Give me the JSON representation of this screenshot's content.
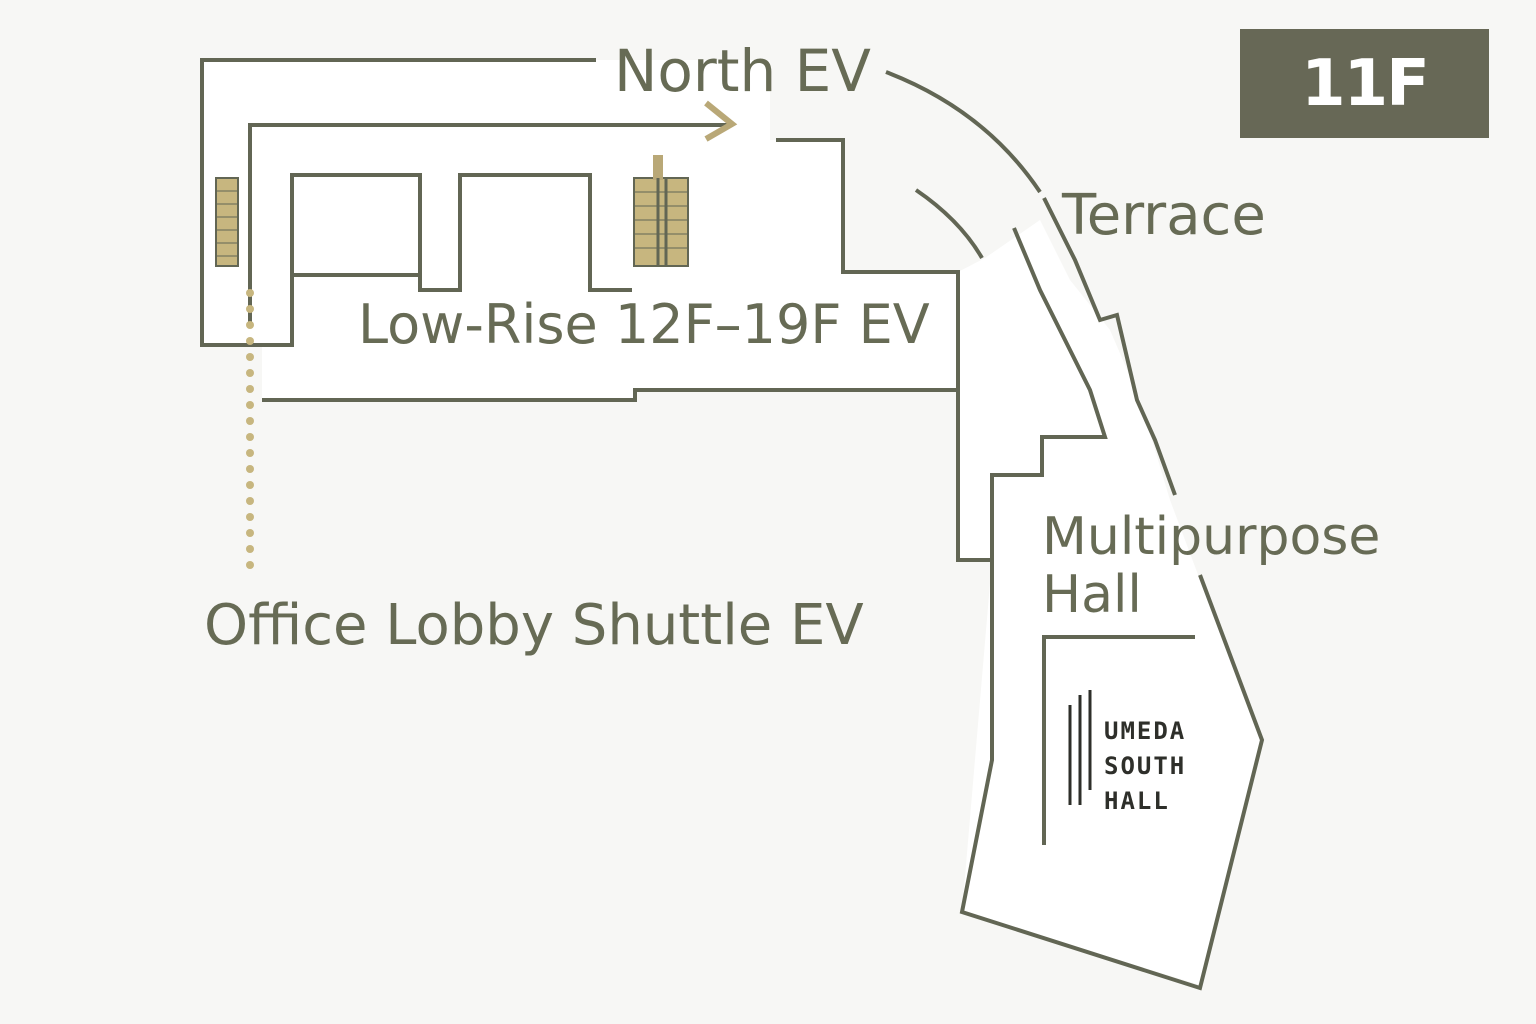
{
  "floor_badge": {
    "label": "11F",
    "color": "#676856"
  },
  "labels": {
    "north_ev": "North EV",
    "terrace": "Terrace",
    "low_rise_ev": "Low-Rise 12F–19F EV",
    "shuttle_ev": "Office Lobby Shuttle EV",
    "hall": [
      "Multipurpose",
      "Hall"
    ]
  },
  "logo": {
    "lines": [
      "UMEDA",
      "SOUTH",
      "HALL"
    ]
  },
  "colors": {
    "wall": "#626654",
    "label_text": "#676b55",
    "elevator": "#c7b67f",
    "route_marker": "#b9a877",
    "background": "#f7f7f5"
  },
  "icons": [
    "elevator-icon",
    "direction-arrow-icon",
    "route-dots"
  ]
}
